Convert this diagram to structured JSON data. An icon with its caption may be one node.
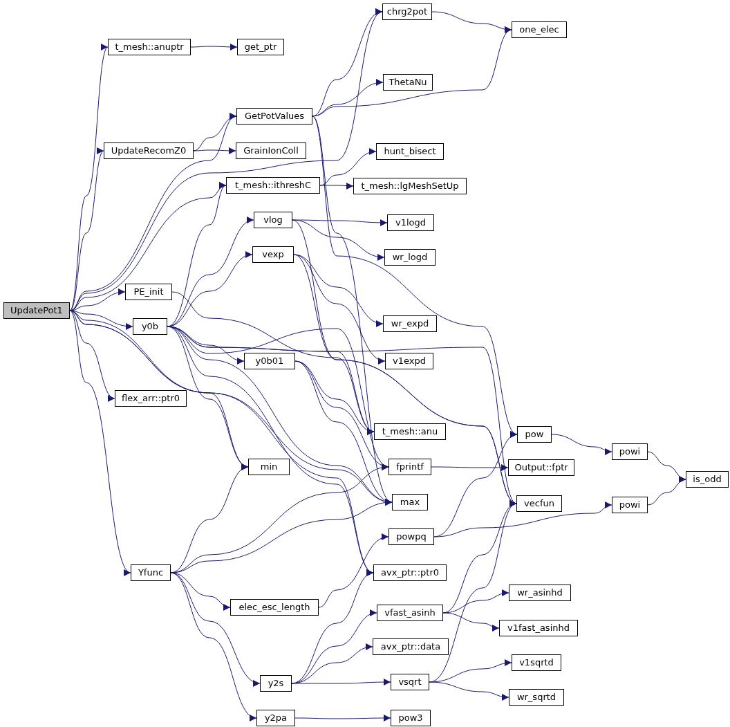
{
  "diagram": {
    "nodes": [
      {
        "text": [
          "UpdatePot1"
        ]
      },
      {
        "text": [
          "t_mesh::anuptr"
        ]
      },
      {
        "text": [
          "get_ptr"
        ]
      },
      {
        "text": [
          "chrg2pot"
        ]
      },
      {
        "text": [
          "one_elec"
        ]
      },
      {
        "text": [
          "GetPotValues"
        ]
      },
      {
        "text": [
          "ThetaNu"
        ]
      },
      {
        "text": [
          "UpdateRecomZ0"
        ]
      },
      {
        "text": [
          "GrainIonColl"
        ]
      },
      {
        "text": [
          "hunt_bisect"
        ]
      },
      {
        "text": [
          "t_mesh::ithreshC"
        ]
      },
      {
        "text": [
          "t_mesh::lgMeshSetUp"
        ]
      },
      {
        "text": [
          "vlog"
        ]
      },
      {
        "text": [
          "v1logd"
        ]
      },
      {
        "text": [
          "wr_logd"
        ]
      },
      {
        "text": [
          "vexp"
        ]
      },
      {
        "text": [
          "PE_init"
        ]
      },
      {
        "text": [
          "wr_expd"
        ]
      },
      {
        "text": [
          "y0b"
        ]
      },
      {
        "text": [
          "v1expd"
        ]
      },
      {
        "text": [
          "y0b01"
        ]
      },
      {
        "text": [
          "flex_arr::ptr0"
        ]
      },
      {
        "text": [
          "t_mesh::anu"
        ]
      },
      {
        "text": [
          "min"
        ]
      },
      {
        "text": [
          "fprintf"
        ]
      },
      {
        "text": [
          "Output::fptr"
        ]
      },
      {
        "text": [
          "pow"
        ]
      },
      {
        "text": [
          "powi"
        ]
      },
      {
        "text": [
          "is_odd"
        ]
      },
      {
        "text": [
          "max"
        ]
      },
      {
        "text": [
          "vecfun"
        ]
      },
      {
        "text": [
          "powi"
        ]
      },
      {
        "text": [
          "powpq"
        ]
      },
      {
        "text": [
          "Yfunc"
        ]
      },
      {
        "text": [
          "avx_ptr::ptr0"
        ]
      },
      {
        "text": [
          "wr_asinhd"
        ]
      },
      {
        "text": [
          "elec_esc_length"
        ]
      },
      {
        "text": [
          "vfast_asinh"
        ]
      },
      {
        "text": [
          "v1fast_asinhd"
        ]
      },
      {
        "text": [
          "avx_ptr::data"
        ]
      },
      {
        "text": [
          "v1sqrtd"
        ]
      },
      {
        "text": [
          "y2s"
        ]
      },
      {
        "text": [
          "vsqrt"
        ]
      },
      {
        "text": [
          "wr_sqrtd"
        ]
      },
      {
        "text": [
          "y2pa"
        ]
      },
      {
        "text": [
          "pow3"
        ]
      }
    ],
    "edges": [
      {
        "from": 0,
        "to": 1,
        "arrow": "to"
      },
      {
        "from": 0,
        "to": 3,
        "arrow": "to"
      },
      {
        "from": 0,
        "to": 5,
        "arrow": "to"
      },
      {
        "from": 0,
        "to": 7,
        "arrow": "to"
      },
      {
        "from": 0,
        "to": 10,
        "arrow": "to"
      },
      {
        "from": 0,
        "to": 16,
        "arrow": "to"
      },
      {
        "from": 0,
        "to": 18,
        "arrow": "to"
      },
      {
        "from": 0,
        "to": 21,
        "arrow": "to"
      },
      {
        "from": 0,
        "to": 23,
        "arrow": "to"
      },
      {
        "from": 0,
        "to": 29,
        "arrow": "to"
      },
      {
        "from": 0,
        "to": 33,
        "arrow": "to"
      },
      {
        "from": 0,
        "to": 34,
        "arrow": "to"
      },
      {
        "from": 1,
        "to": 2,
        "arrow": "to"
      },
      {
        "from": 5,
        "to": 3,
        "arrow": "to"
      },
      {
        "from": 5,
        "to": 4,
        "arrow": "to"
      },
      {
        "from": 5,
        "to": 6,
        "arrow": "to"
      },
      {
        "from": 5,
        "to": 26,
        "arrow": "to"
      },
      {
        "from": 5,
        "to": 29,
        "arrow": "to"
      },
      {
        "from": 3,
        "to": 4,
        "arrow": "to"
      },
      {
        "from": 7,
        "to": 5,
        "arrow": "to"
      },
      {
        "from": 7,
        "to": 8,
        "arrow": "to"
      },
      {
        "from": 10,
        "to": 9,
        "arrow": "to"
      },
      {
        "from": 10,
        "to": 11,
        "arrow": "to"
      },
      {
        "from": 12,
        "to": 13,
        "arrow": "to"
      },
      {
        "from": 12,
        "to": 14,
        "arrow": "to"
      },
      {
        "from": 12,
        "to": 30,
        "arrow": "to"
      },
      {
        "from": 15,
        "to": 17,
        "arrow": "to"
      },
      {
        "from": 15,
        "to": 19,
        "arrow": "to"
      },
      {
        "from": 15,
        "to": 30,
        "arrow": "to"
      },
      {
        "from": 16,
        "to": 22,
        "arrow": "to"
      },
      {
        "from": 18,
        "to": 10,
        "arrow": "to"
      },
      {
        "from": 18,
        "to": 12,
        "arrow": "to"
      },
      {
        "from": 18,
        "to": 15,
        "arrow": "to"
      },
      {
        "from": 18,
        "to": 20,
        "arrow": "to"
      },
      {
        "from": 18,
        "to": 23,
        "arrow": "to"
      },
      {
        "from": 18,
        "to": 29,
        "arrow": "to"
      },
      {
        "from": 18,
        "to": 30,
        "arrow": "to"
      },
      {
        "from": 18,
        "to": 24,
        "arrow": "to"
      },
      {
        "from": 18,
        "to": 34,
        "arrow": "to"
      },
      {
        "from": 18,
        "to": 22,
        "arrow": "to"
      },
      {
        "from": 20,
        "to": 22,
        "arrow": "to"
      },
      {
        "from": 20,
        "to": 24,
        "arrow": "to"
      },
      {
        "from": 20,
        "to": 29,
        "arrow": "to"
      },
      {
        "from": 24,
        "to": 25,
        "arrow": "to"
      },
      {
        "from": 26,
        "to": 27,
        "arrow": "to"
      },
      {
        "from": 27,
        "to": 28,
        "arrow": "to"
      },
      {
        "from": 31,
        "to": 28,
        "arrow": "to"
      },
      {
        "from": 32,
        "to": 26,
        "arrow": "to"
      },
      {
        "from": 32,
        "to": 31,
        "arrow": "to"
      },
      {
        "from": 33,
        "to": 23,
        "arrow": "to"
      },
      {
        "from": 33,
        "to": 24,
        "arrow": "to"
      },
      {
        "from": 33,
        "to": 29,
        "arrow": "to"
      },
      {
        "from": 33,
        "to": 36,
        "arrow": "to"
      },
      {
        "from": 33,
        "to": 41,
        "arrow": "to"
      },
      {
        "from": 33,
        "to": 44,
        "arrow": "to"
      },
      {
        "from": 36,
        "to": 32,
        "arrow": "to"
      },
      {
        "from": 41,
        "to": 34,
        "arrow": "to"
      },
      {
        "from": 41,
        "to": 37,
        "arrow": "to"
      },
      {
        "from": 41,
        "to": 39,
        "arrow": "to"
      },
      {
        "from": 41,
        "to": 42,
        "arrow": "to"
      },
      {
        "from": 37,
        "to": 30,
        "arrow": "to"
      },
      {
        "from": 37,
        "to": 35,
        "arrow": "to"
      },
      {
        "from": 37,
        "to": 38,
        "arrow": "to"
      },
      {
        "from": 42,
        "to": 30,
        "arrow": "to"
      },
      {
        "from": 42,
        "to": 40,
        "arrow": "to"
      },
      {
        "from": 42,
        "to": 43,
        "arrow": "to"
      },
      {
        "from": 44,
        "to": 45,
        "arrow": "to"
      }
    ]
  }
}
